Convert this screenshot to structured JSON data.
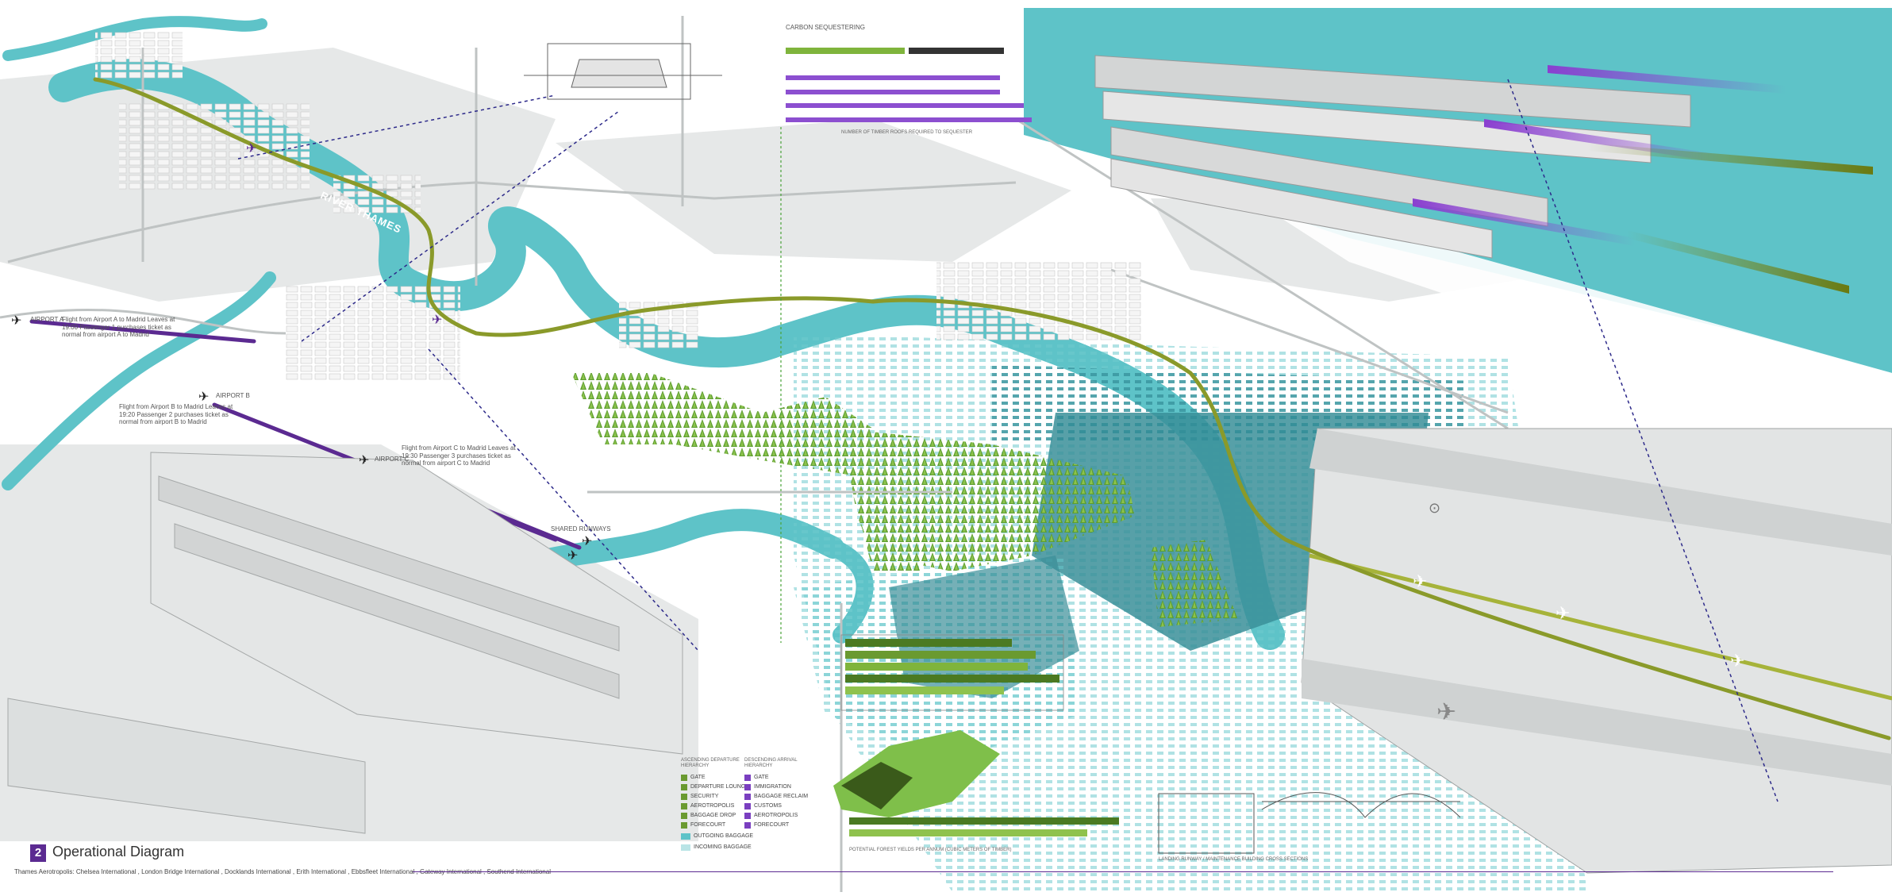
{
  "header": {
    "number": "2",
    "title": "Operational Diagram",
    "subtitle": "Thames Aerotropolis: Chelsea International , London Bridge International , Docklands International , Erith International , Ebbsfleet International , Gateway International , Southend International"
  },
  "map_labels": {
    "river": "RIVER THAMES",
    "airport_a": "AIRPORT A",
    "airport_b": "AIRPORT B",
    "airport_c": "AIRPORT C",
    "shared_runways": "SHARED RUNWAYS"
  },
  "flights": {
    "a": "Flight from Airport A to Madrid Leaves at 19:00 Passenger 1 purchases ticket as normal from airport A to Madrid",
    "b": "Flight from Airport B to Madrid Leaves at 19:20 Passenger 2 purchases ticket as normal from airport B to Madrid",
    "c": "Flight from Airport C to Madrid Leaves at 19:30 Passenger 3 purchases ticket as normal from airport C to Madrid"
  },
  "carbon": {
    "title": "CARBON SEQUESTERING",
    "footer": "NUMBER OF TIMBER ROOFS REQUIRED TO SEQUESTER"
  },
  "forest_chart": {
    "caption": "POTENTIAL FOREST YIELDS PER ANNUM (CUBIC METERS OF TIMBER)"
  },
  "section_caption": "LANDING RUNWAY / MAINTENANCE BUILDING CROSS SECTIONS",
  "legend": {
    "departure_title": "ASCENDING DEPARTURE HIERARCHY",
    "arrival_title": "DESCENDING ARRIVAL HIERARCHY",
    "departure_items": [
      "GATE",
      "DEPARTURE LOUNGE",
      "SECURITY",
      "AEROTROPOLIS",
      "BAGGAGE DROP",
      "FORECOURT"
    ],
    "arrival_items": [
      "GATE",
      "IMMIGRATION",
      "BAGGAGE RECLAIM",
      "CUSTOMS",
      "AEROTROPOLIS",
      "FORECOURT"
    ],
    "outgoing": "OUTGOING BAGGAGE",
    "incoming": "INCOMING BAGGAGE"
  },
  "colors": {
    "water": "#5ec3c8",
    "water_deep": "#3a8f99",
    "forest": "#6aa63a",
    "route": "#8a9a2a",
    "accent_purple": "#5b2a91",
    "ground": "#e3e5e5"
  },
  "icons": {
    "plane": "plane-icon",
    "pin": "location-pin-icon"
  }
}
